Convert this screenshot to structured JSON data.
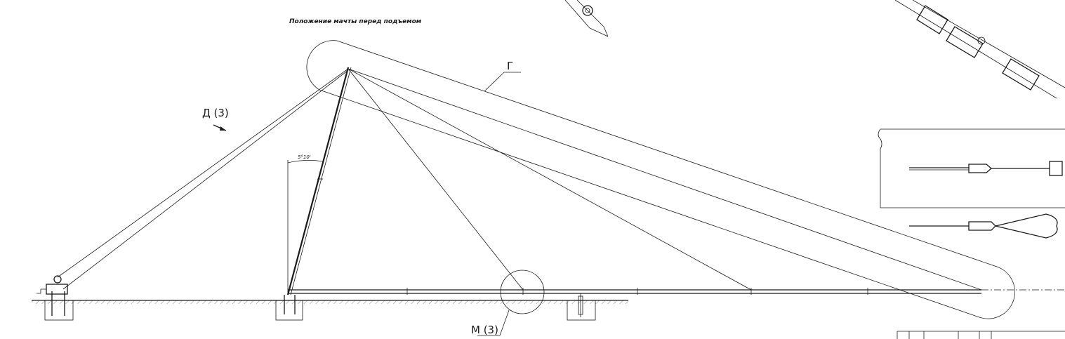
{
  "drawing": {
    "caption": "Положение мачты перед подъемом",
    "labels": {
      "view_d": "Д (3)",
      "leader_g": "Г",
      "detail_m": "М (3)",
      "angle": "5°10'"
    }
  }
}
